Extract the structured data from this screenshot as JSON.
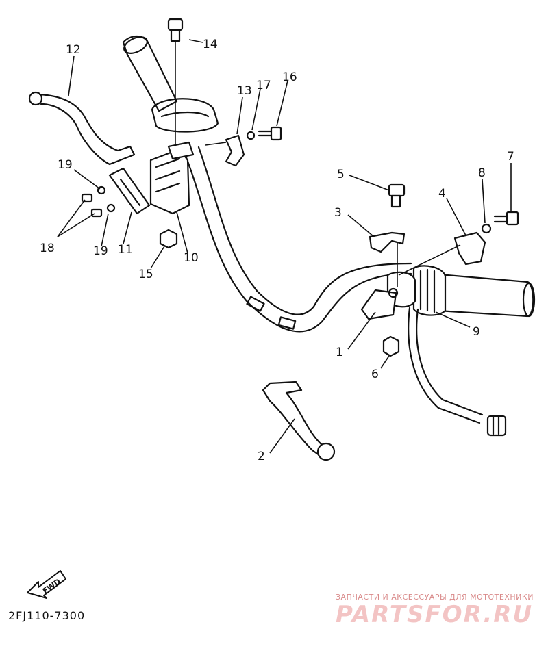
{
  "diagram": {
    "code": "2FJ110-7300",
    "fwd_label": "FWD",
    "callouts": [
      "1",
      "2",
      "3",
      "4",
      "5",
      "6",
      "7",
      "8",
      "9",
      "10",
      "11",
      "12",
      "13",
      "14",
      "15",
      "16",
      "17",
      "18",
      "19"
    ],
    "watermark_small": "ЗАПЧАСТИ И АКСЕССУАРЫ ДЛЯ МОТОТЕХНИКИ",
    "watermark_big": "PARTSFOR.RU"
  }
}
